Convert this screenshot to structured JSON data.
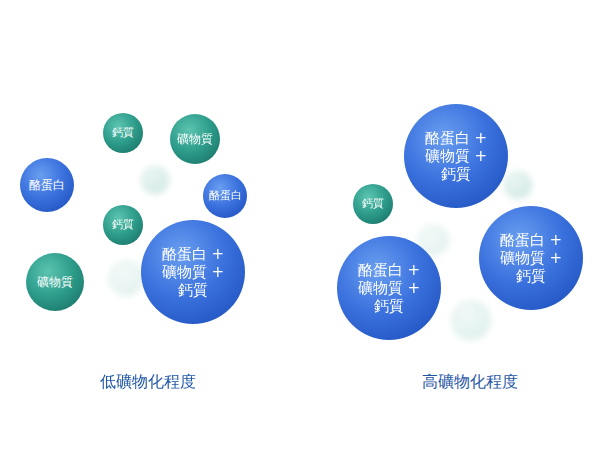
{
  "diagram": {
    "nodes": [
      {
        "text": [
          "鈣質"
        ]
      },
      {
        "text": [
          "礦物質"
        ]
      },
      {
        "text": [
          "酪蛋白"
        ]
      },
      {
        "text": [
          "酪蛋白"
        ]
      },
      {
        "text": [
          "鈣質"
        ]
      },
      {
        "text": [
          "礦物質"
        ]
      },
      {
        "text": [
          "酪蛋白 + 礦物質 + 鈣質"
        ]
      },
      {
        "text": [
          "酪蛋白 + 礦物質 + 鈣質"
        ]
      },
      {
        "text": [
          "鈣質"
        ]
      },
      {
        "text": [
          "酪蛋白 + 礦物質 + 鈣質"
        ]
      },
      {
        "text": [
          "酪蛋白 + 礦物質 + 鈣質"
        ]
      }
    ],
    "labels": [
      "低礦物化程度",
      "高礦物化程度"
    ]
  }
}
